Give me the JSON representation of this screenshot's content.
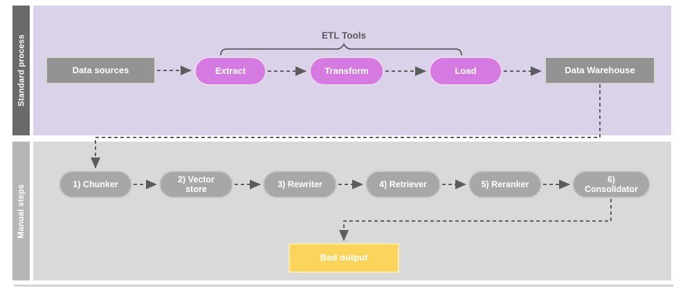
{
  "lanes": {
    "standard": {
      "label": "Standard process"
    },
    "manual": {
      "label": "Manual steps"
    }
  },
  "annotations": {
    "etl_tools": "ETL Tools"
  },
  "nodes": {
    "data_sources": "Data sources",
    "extract": "Extract",
    "transform": "Transform",
    "load": "Load",
    "data_warehouse": "Data Warehouse",
    "chunker": "1) Chunker",
    "vector_store": "2) Vector store",
    "rewriter": "3) Rewriter",
    "retriever": "4) Retriever",
    "reranker": "5) Reranker",
    "consolidator": "6) Consolidator",
    "bad_output": "Bad output"
  },
  "colors": {
    "lane1_bar": "#6a6a6a",
    "lane1_bg": "#d9d2e9",
    "lane2_bar": "#b6b6b6",
    "lane2_bg": "#d9d9d9",
    "box_gray": "#939393",
    "box_border": "#d6d6d6",
    "pill_purple": "#d57ae0",
    "pill_purple_border": "#ecd5f0",
    "pill_gray": "#a7a7a7",
    "pill_gray_border": "#c9c9c9",
    "bad_yellow": "#fbd45c",
    "bad_yellow_border": "#fdeab0",
    "connector": "#5c5c5c",
    "brace": "#5a5a5a",
    "divider": "#d4d4d4"
  }
}
